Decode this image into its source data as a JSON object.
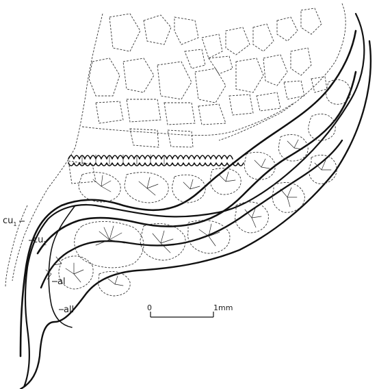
{
  "figure": {
    "labels": {
      "cu1": {
        "base": "cu",
        "sub": "1"
      },
      "cu2": {
        "base": "cu",
        "sub": "2"
      },
      "al": "al",
      "all": "all"
    },
    "scale_bar": {
      "start": "0",
      "end": "1mm"
    }
  }
}
